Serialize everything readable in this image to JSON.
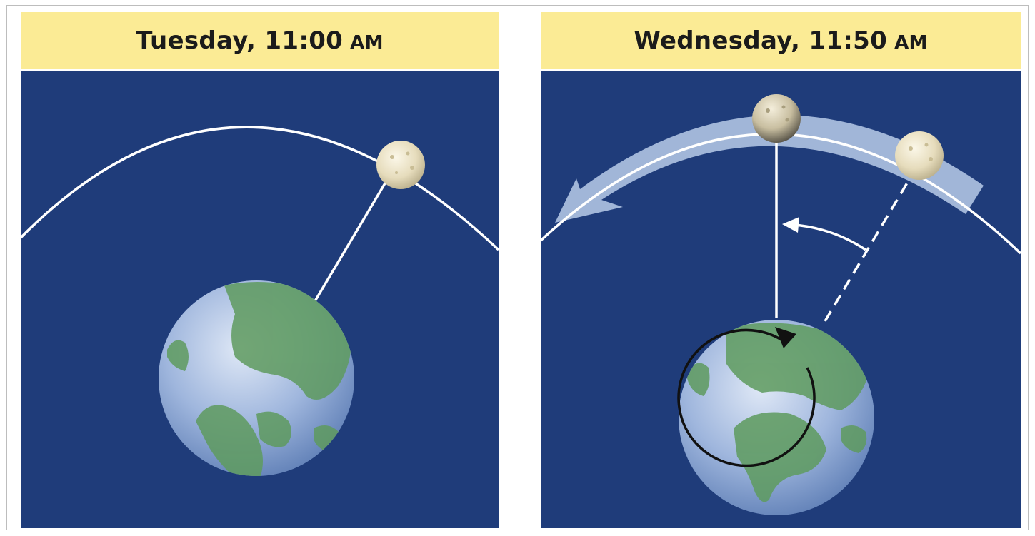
{
  "panels": [
    {
      "title_main": "Tuesday, 11:00",
      "title_ampm": "AM"
    },
    {
      "title_main": "Wednesday, 11:50",
      "title_ampm": "AM"
    }
  ],
  "colors": {
    "banner": "#fbeb95",
    "sky": "#1f3c7a",
    "orbit_line": "#ffffff",
    "band": "#b8cbe9",
    "earth_ocean": "#9fb6dd",
    "earth_land": "#5e9b5e",
    "moon": "#e9e1c5",
    "rotation_arrow": "#111111"
  },
  "icons": {
    "moon": "moon-icon",
    "earth": "earth-globe-icon",
    "orbit_direction": "curved-arrow-left-icon",
    "earth_rotation": "rotation-arrow-icon",
    "angle_arrow": "curved-arrow-icon"
  }
}
